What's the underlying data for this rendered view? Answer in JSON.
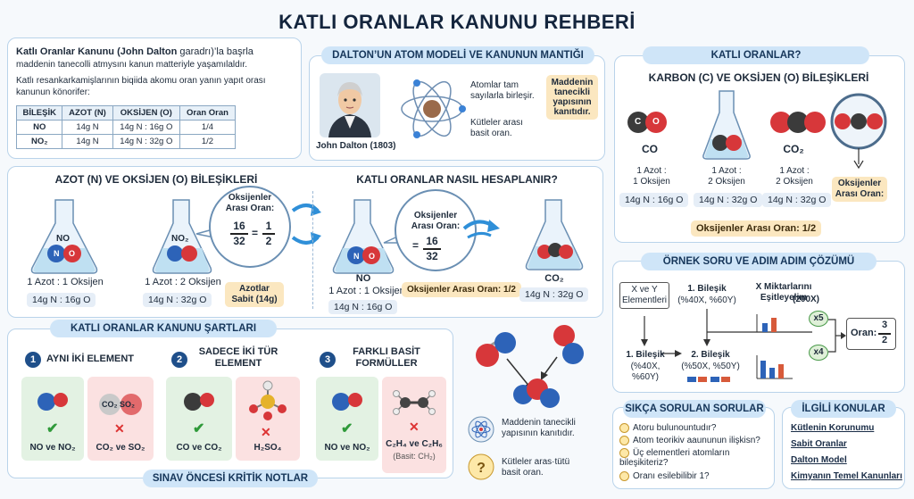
{
  "title": "KATLI ORANLAR KANUNU REHBERİ",
  "intro": {
    "heading_bold": "Katlı Oranlar Kanunu (John Dalton",
    "heading_rest": " garadrı)’la başrla",
    "line2": "maddenin tanecolli atmysını kanun matteriyle yaşamılaldır.",
    "line3": "Katlı resankarkamişlarının biqiida akomu oran yanın yapıt orası",
    "line4": "kanunun könorifer:",
    "table": {
      "headers": [
        "BİLEŞİK",
        "AZOT (N)",
        "OKSİJEN (O)",
        "Oran Oran"
      ],
      "rows": [
        [
          "NO",
          "14g N",
          "14g N : 16g O",
          "1/4"
        ],
        [
          "NO₂",
          "14g N",
          "14g N : 32g O",
          "1/2"
        ]
      ]
    }
  },
  "dalton": {
    "header": "DALTON’UN ATOM MODELİ VE KANUNUN MANTIĞI",
    "caption": "John Dalton (1803)",
    "point1": "Atomlar tam\nsayılarla birleşir.",
    "point2": "Kütleler arası\nbasit oran.",
    "note": "Maddenin\ntanecikli\nyapısının\nkanıtıdır."
  },
  "katli": {
    "header": "KATLI ORANLAR?",
    "subtitle": "KARBON (C) VE OKSİJEN (O) BİLEŞİKLERİ",
    "co_label": "CO",
    "co2_label": "CO₂",
    "c_atom": "C",
    "o_atom": "O",
    "co_ratio": "1 Azot :\n1 Oksijen",
    "co_mass": "14g N : 16g O",
    "mid_ratio": "1 Azot :\n2 Oksijen",
    "mid_mass": "14g N : 32g O",
    "co2_ratio": "1 Azot :\n2 Oksijen",
    "co2_mass": "14g N : 32g O",
    "side_note": "Oksijenler\nArası Oran:",
    "result": "Oksijenler Arası Oran: 1/2"
  },
  "azot": {
    "title": "AZOT (N) VE OKSİJEN (O) BİLEŞİKLERİ",
    "flask1_label": "NO",
    "flask2_label": "NO₂",
    "n_atom": "N",
    "o_atom": "O",
    "ratio1": "1 Azot : 1 Oksijen",
    "mass1": "14g N : 16g O",
    "ratio2": "1 Azot : 2 Oksijen",
    "mass2": "14g N : 32g O",
    "bubble_title": "Oksijenler\nArası Oran:",
    "frac_num": "16",
    "frac_den": "32",
    "eq": "=",
    "frac2_num": "1",
    "frac2_den": "2",
    "fixed": "Azotlar\nSabit (14g)"
  },
  "hesap": {
    "title": "KATLI ORANLAR NASIL HESAPLANIR?",
    "flask_label": "NO",
    "ratio": "1 Azot : 1 Oksijen",
    "mass": "14g N : 16g O",
    "bubble_title": "Oksijenler\nArası Oran:",
    "eq": "=",
    "frac_num": "16",
    "frac_den": "32",
    "result": "Oksijenler Arası Oran: 1/2",
    "co2_label": "CO₂",
    "co2_mass": "14g N : 32g O"
  },
  "sartlar": {
    "header": "KATLI ORANLAR KANUNU ŞARTLARI",
    "items": [
      {
        "num": "1",
        "title": "AYNI İKİ ELEMENT",
        "good": "NO ve NO₂",
        "bad": "CO₂ ve SO₂"
      },
      {
        "num": "2",
        "title": "SADECE İKİ TÜR\nELEMENT",
        "good": "CO ve CO₂",
        "bad": "H₂SO₄"
      },
      {
        "num": "3",
        "title": "FARKLI BASİT\nFORMÜLLER",
        "good": "NO ve NO₂",
        "bad": "C₂H₄ ve C₂H₆",
        "bad_sub": "(Basit: CH₂)"
      }
    ],
    "bad_mol_label": "CO₂ SO₂",
    "footer": "SINAV ÖNCESİ KRİTİK NOTLAR"
  },
  "molecule_notes": {
    "note1": "Maddenin tanecikli\nyapısının kanıtıdır.",
    "note2": "Kütleler aras·tütü\nbasit oran."
  },
  "ornek": {
    "header": "ÖRNEK SORU VE ADIM ADIM ÇÖZÜMÜ",
    "box1": "X ve Y\nElementleri",
    "box2_title": "1. Bileşik",
    "box2_val": "(%40X, %60Y)",
    "step_title": "X Miktarlarını\nEşitleyelim",
    "step_val": "(200X)",
    "box3_title": "1. Bileşik",
    "box3_val": "(%40X,\n%60Y)",
    "box4_title": "2. Bileşik",
    "box4_val": "(%50X, %50Y)",
    "x5": "x5",
    "x4": "x4",
    "oran_label": "Oran:",
    "oran_num": "3",
    "oran_den": "2"
  },
  "sss": {
    "header": "SIKÇA SORULAN SORULAR",
    "items": [
      "Atoru bulunountudır?",
      "Atom teorikiv aaununun ilişkisn?",
      "Üç elementleri atomların\nbileşikiteriz?",
      "Oranı esilebilibir 1?"
    ]
  },
  "ilgili": {
    "header": "İLGİLİ KONULAR",
    "items": [
      "Kütlenin Korunumu",
      "Sabit Oranlar",
      "Dalton Model",
      "Kimyanın Temel Kanunları"
    ]
  },
  "colors": {
    "panel_border": "#b9d3ea",
    "pill": "#cfe5f8",
    "oxygen": "#d7373a",
    "nitrogen": "#2d63b8",
    "carbon": "#3b3b3b",
    "highlight": "#fbe7c0"
  }
}
